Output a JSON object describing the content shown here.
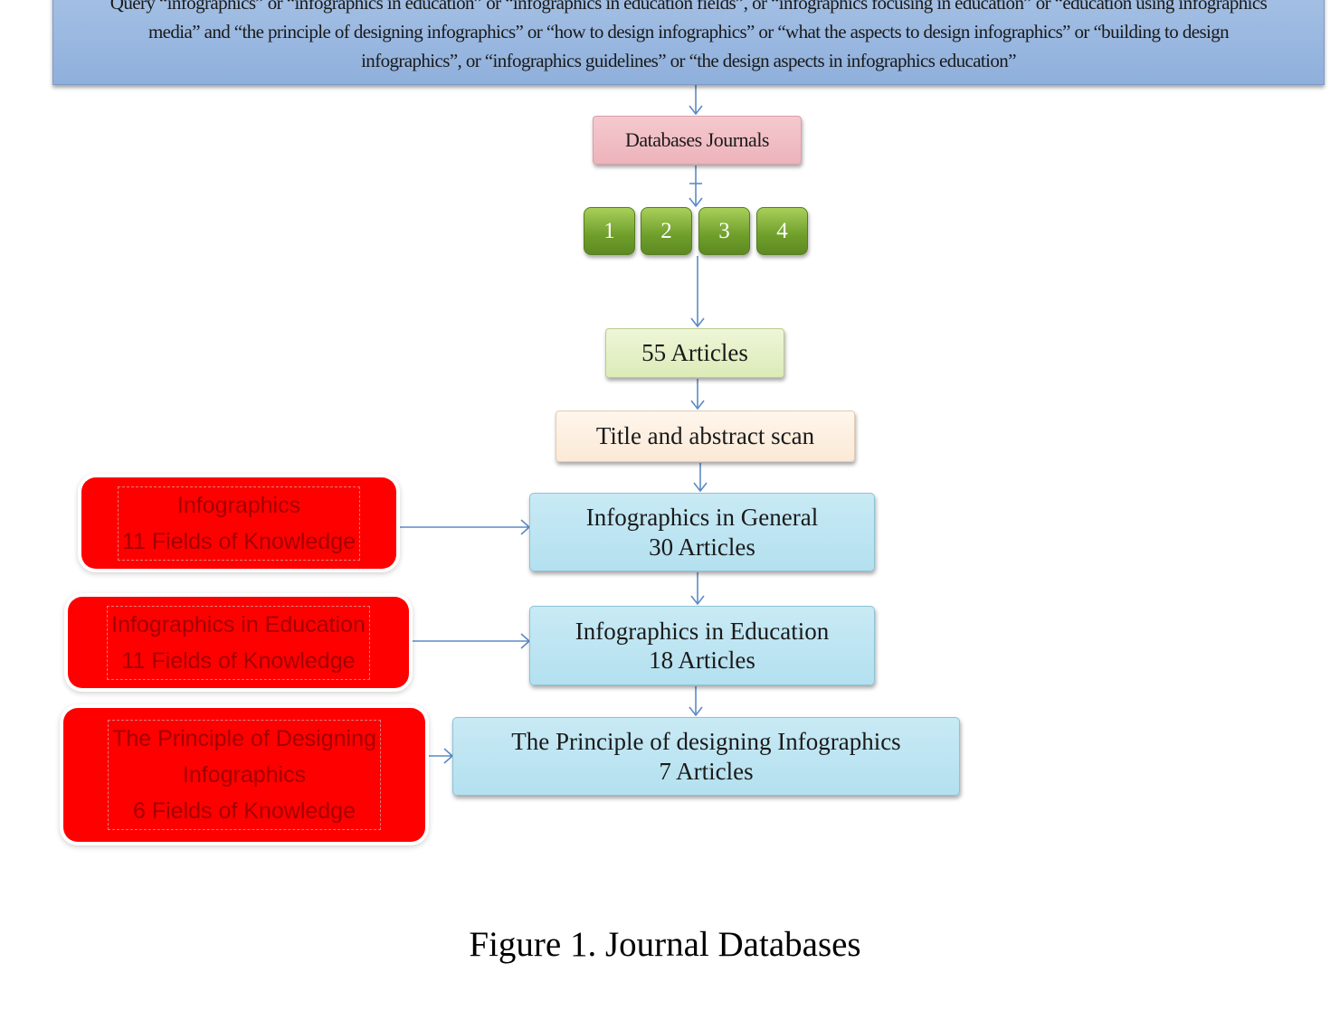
{
  "query": {
    "lines": [
      "Query “infographics” or “infographics in education” or “infographics in education fields”, or “infographics focusing in education” or “education using infographics",
      "media” and “the principle of designing infographics” or “how to design infographics” or “what the aspects to design infographics” or “building to design",
      "infographics”, or “infographics guidelines” or “the design aspects in infographics education”"
    ]
  },
  "databases": {
    "label": "Databases Journals",
    "items": [
      "1",
      "2",
      "3",
      "4"
    ]
  },
  "articles": {
    "label": "55 Articles"
  },
  "scan": {
    "label": "Title and abstract scan"
  },
  "results": [
    {
      "title": "Infographics in General",
      "count": "30 Articles"
    },
    {
      "title": "Infographics in Education",
      "count": "18 Articles"
    },
    {
      "title": "The Principle of designing Infographics",
      "count": "7 Articles"
    }
  ],
  "fields": [
    {
      "lines": [
        "Infographics",
        "11 Fields of Knowledge"
      ]
    },
    {
      "lines": [
        "Infographics in Education",
        "11 Fields of Knowledge"
      ]
    },
    {
      "lines": [
        "The Principle of Designing",
        "Infographics",
        "6 Fields of Knowledge"
      ]
    }
  ],
  "caption": "Figure 1. Journal Databases",
  "colors": {
    "query_fill": "#9bb8e0",
    "database_fill": "#f0bcc3",
    "number_fill": "#76a52e",
    "articles_fill": "#e3efc6",
    "scan_fill": "#fcefe0",
    "result_fill": "#bfe6f3",
    "field_fill": "#ff0000",
    "connector": "#5b8ac6"
  }
}
